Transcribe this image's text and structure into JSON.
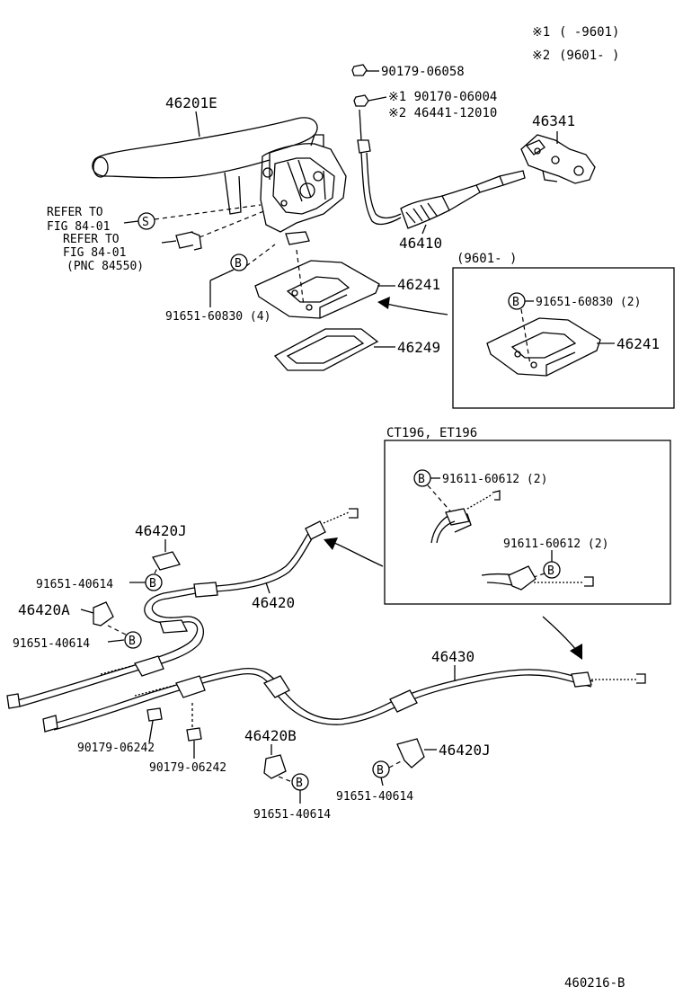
{
  "notes": {
    "note1_mark": "※1",
    "note1_range": "(      -9601)",
    "note2_mark": "※2",
    "note2_range": "(9601-      )"
  },
  "parts": {
    "p_90179_06058": "90179-06058",
    "p_note1_90170": "※1 90170-06004",
    "p_note2_46441": "※2 46441-12010",
    "p_46201E": "46201E",
    "p_46341": "46341",
    "p_46410": "46410",
    "p_46241": "46241",
    "p_46241_inset": "46241",
    "p_46249": "46249",
    "p_91651_60830_4": "91651-60830 (4)",
    "p_91651_60830_2": "91651-60830 (2)",
    "p_46420J_top": "46420J",
    "p_46420J_bottom": "46420J",
    "p_46420A": "46420A",
    "p_46420B": "46420B",
    "p_46420": "46420",
    "p_46430": "46430",
    "p_91651_40614_a": "91651-40614",
    "p_91651_40614_b": "91651-40614",
    "p_91651_40614_c": "91651-40614",
    "p_91651_40614_d": "91651-40614",
    "p_90179_06242_a": "90179-06242",
    "p_90179_06242_b": "90179-06242",
    "p_91611_60612_a": "91611-60612 (2)",
    "p_91611_60612_b": "91611-60612 (2)"
  },
  "refs": {
    "refer_to_1": "REFER TO",
    "fig_1": "FIG 84-01",
    "refer_to_2": "REFER TO",
    "fig_2": "FIG 84-01",
    "pnc": "(PNC 84550)"
  },
  "markers": {
    "s": "S",
    "b": "B"
  },
  "insets": {
    "inset1_title": "(9601-      )",
    "inset2_title": "CT196, ET196"
  },
  "footer": {
    "diagram_id": "460216-B"
  }
}
